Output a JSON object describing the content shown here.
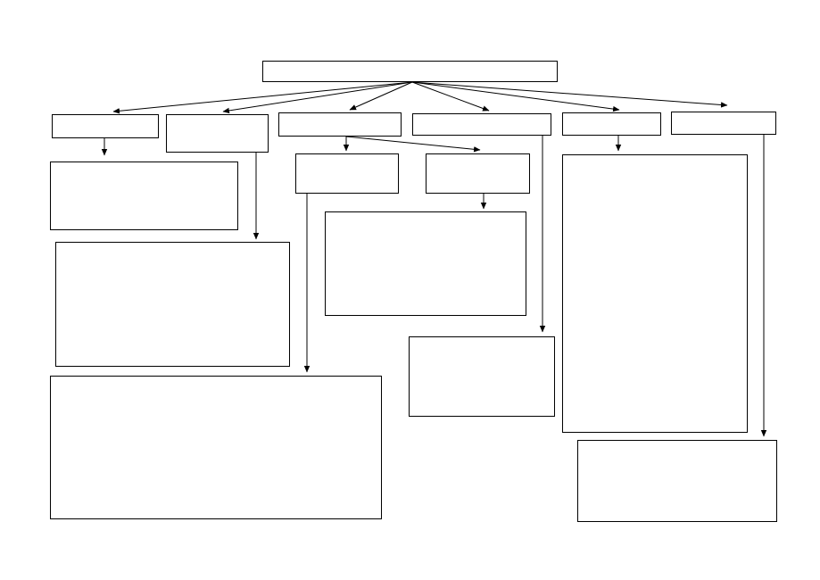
{
  "diagram": {
    "type": "flowchart",
    "stroke_color": "#000000",
    "background_color": "#ffffff",
    "nodes": [
      {
        "id": "root",
        "label": ""
      },
      {
        "id": "l1-a",
        "label": ""
      },
      {
        "id": "l1-b",
        "label": ""
      },
      {
        "id": "l1-c",
        "label": ""
      },
      {
        "id": "l1-d",
        "label": ""
      },
      {
        "id": "l1-e",
        "label": ""
      },
      {
        "id": "l1-f",
        "label": ""
      },
      {
        "id": "a-child",
        "label": ""
      },
      {
        "id": "b-child",
        "label": ""
      },
      {
        "id": "c-left",
        "label": ""
      },
      {
        "id": "c-right",
        "label": ""
      },
      {
        "id": "c-right-child",
        "label": ""
      },
      {
        "id": "c-left-child",
        "label": ""
      },
      {
        "id": "d-child",
        "label": ""
      },
      {
        "id": "e-child",
        "label": ""
      },
      {
        "id": "f-child",
        "label": ""
      }
    ],
    "edges": [
      {
        "from": "root",
        "to": "l1-a"
      },
      {
        "from": "root",
        "to": "l1-b"
      },
      {
        "from": "root",
        "to": "l1-c"
      },
      {
        "from": "root",
        "to": "l1-d"
      },
      {
        "from": "root",
        "to": "l1-e"
      },
      {
        "from": "root",
        "to": "l1-f"
      },
      {
        "from": "l1-a",
        "to": "a-child"
      },
      {
        "from": "l1-b",
        "to": "b-child"
      },
      {
        "from": "l1-c",
        "to": "c-left"
      },
      {
        "from": "l1-c",
        "to": "c-right"
      },
      {
        "from": "c-right",
        "to": "c-right-child"
      },
      {
        "from": "c-left",
        "to": "c-left-child"
      },
      {
        "from": "l1-d",
        "to": "d-child"
      },
      {
        "from": "l1-e",
        "to": "e-child"
      },
      {
        "from": "l1-f",
        "to": "f-child"
      }
    ]
  }
}
